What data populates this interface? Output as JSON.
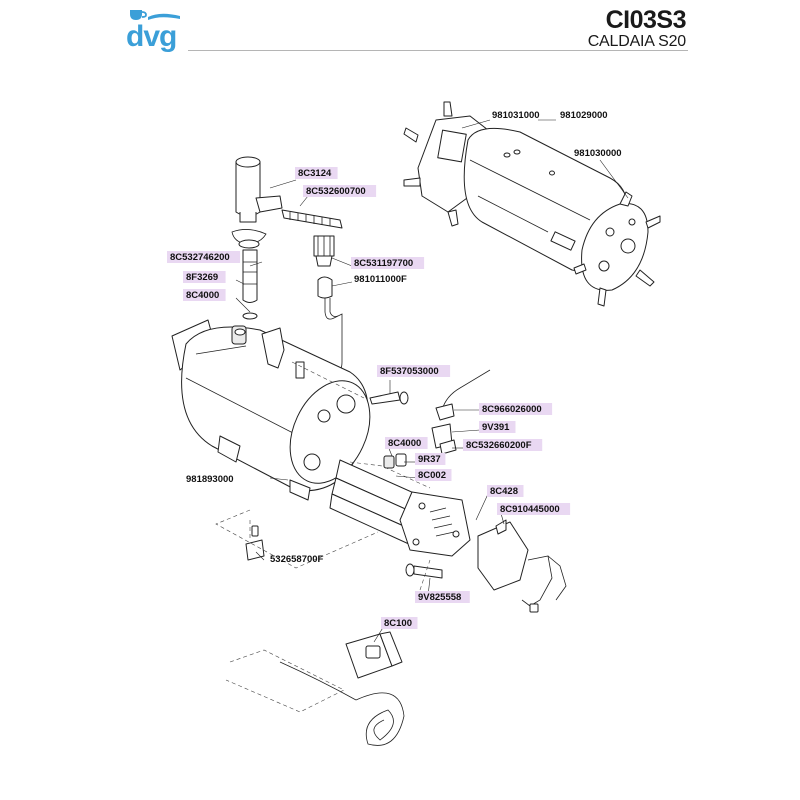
{
  "header": {
    "brand": "dvg",
    "code": "CI03S3",
    "model": "CALDAIA S20"
  },
  "labels": [
    {
      "id": "981031000",
      "text": "981031000",
      "highlight": false
    },
    {
      "id": "981029000",
      "text": "981029000",
      "highlight": false
    },
    {
      "id": "981030000",
      "text": "981030000",
      "highlight": false
    },
    {
      "id": "8C3124",
      "text": "8C3124",
      "highlight": true
    },
    {
      "id": "8C532600700",
      "text": "8C532600700",
      "highlight": true
    },
    {
      "id": "8C532746200",
      "text": "8C532746200",
      "highlight": true
    },
    {
      "id": "8F3269",
      "text": "8F3269",
      "highlight": true
    },
    {
      "id": "8C4000a",
      "text": "8C4000",
      "highlight": true
    },
    {
      "id": "8C531197700",
      "text": "8C531197700",
      "highlight": true
    },
    {
      "id": "981011000F",
      "text": "981011000F",
      "highlight": false
    },
    {
      "id": "8F537053000",
      "text": "8F537053000",
      "highlight": true
    },
    {
      "id": "8C966026000",
      "text": "8C966026000",
      "highlight": true
    },
    {
      "id": "9V391",
      "text": "9V391",
      "highlight": true
    },
    {
      "id": "8C532660200F",
      "text": "8C532660200F",
      "highlight": true
    },
    {
      "id": "8C4000b",
      "text": "8C4000",
      "highlight": true
    },
    {
      "id": "9R37",
      "text": "9R37",
      "highlight": true
    },
    {
      "id": "8C002",
      "text": "8C002",
      "highlight": true
    },
    {
      "id": "981893000",
      "text": "981893000",
      "highlight": false
    },
    {
      "id": "8C428",
      "text": "8C428",
      "highlight": true
    },
    {
      "id": "8C910445000",
      "text": "8C910445000",
      "highlight": true
    },
    {
      "id": "532658700F",
      "text": "532658700F",
      "highlight": false
    },
    {
      "id": "9V825558",
      "text": "9V825558",
      "highlight": true
    },
    {
      "id": "8C100",
      "text": "8C100",
      "highlight": true
    }
  ],
  "colors": {
    "brand": "#3b9fd8",
    "highlight": "#e9d8f2",
    "rule": "#b5b5b5"
  }
}
